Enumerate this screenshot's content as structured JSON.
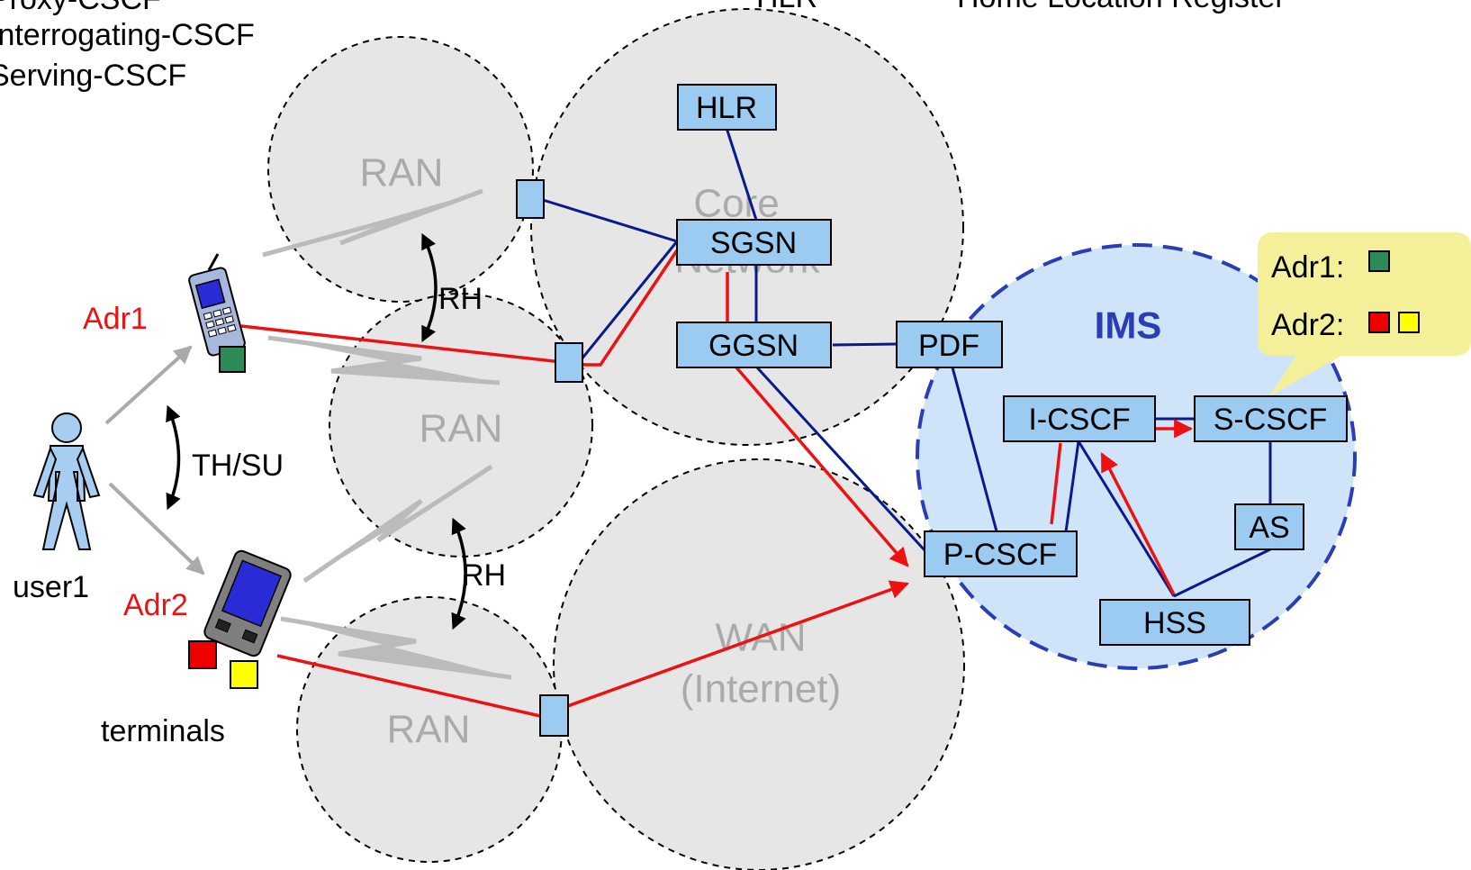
{
  "legend": {
    "lines": [
      "Proxy-CSCF",
      "Interrogating-CSCF",
      "Serving-CSCF"
    ],
    "hlr_abbrev": "HLR",
    "hlr_full": "Home Location Register"
  },
  "regions": {
    "ran_top": "RAN",
    "ran_middle": "RAN",
    "ran_bottom": "RAN",
    "core_line1": "Core",
    "core_line2": "Network",
    "wan_line1": "WAN",
    "wan_line2": "(Internet)",
    "ims": "IMS"
  },
  "nodes": {
    "hlr": "HLR",
    "sgsn": "SGSN",
    "ggsn": "GGSN",
    "pdf": "PDF",
    "icscf": "I-CSCF",
    "scscf": "S-CSCF",
    "pcscf": "P-CSCF",
    "as": "AS",
    "hss": "HSS"
  },
  "labels": {
    "adr1": "Adr1",
    "adr2": "Adr2",
    "user": "user1",
    "terminals": "terminals",
    "th_su": "TH/SU",
    "rh_top": "RH",
    "rh_bottom": "RH"
  },
  "callout": {
    "adr1": "Adr1:",
    "adr2": "Adr2:"
  },
  "colors": {
    "cloud_fill": "#e6e6e6",
    "ims_fill": "#cfe4f8",
    "ims_border": "#2a3db4",
    "node_fill": "#9ccbf2",
    "link_blue": "#0a1a8c",
    "path_red": "#ee1111",
    "callout_fill": "#f4f09a",
    "adr1_marker": "#2e8b57",
    "adr2_marker_1": "#ee0000",
    "adr2_marker_2": "#ffff00"
  }
}
